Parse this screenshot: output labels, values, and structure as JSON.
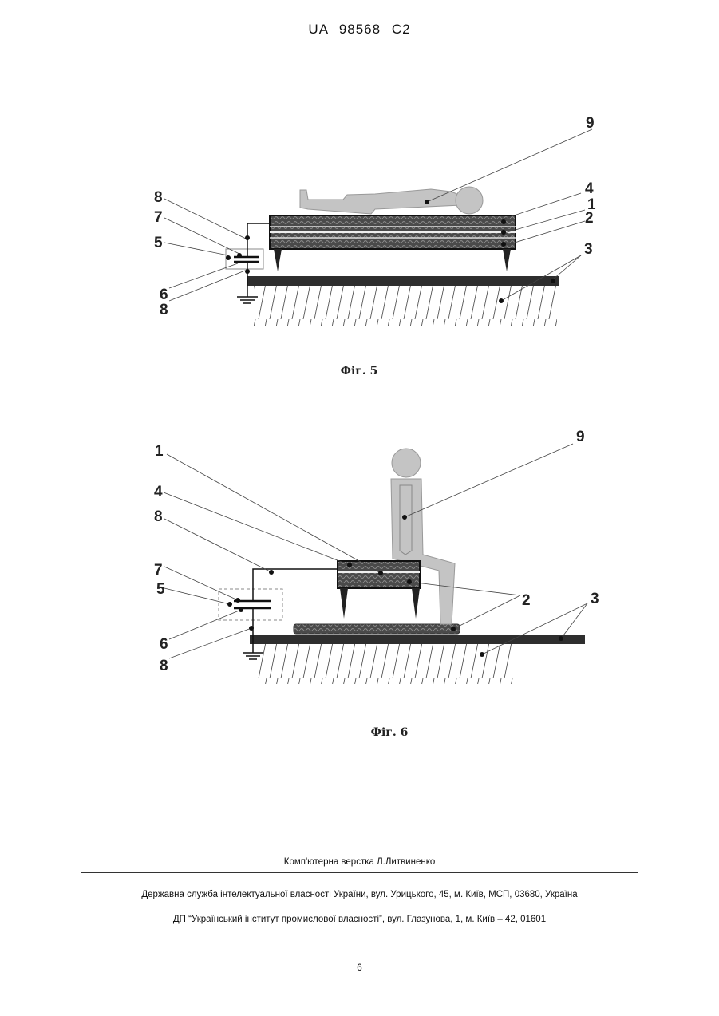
{
  "header": {
    "patent_id": "UA   98568   C2"
  },
  "figure5": {
    "caption": "Фіг. 5",
    "labels": {
      "l9": "9",
      "l8a": "8",
      "l7": "7",
      "l5": "5",
      "l6": "6",
      "l8b": "8",
      "l4": "4",
      "l1": "1",
      "l2": "2",
      "l3": "3"
    }
  },
  "figure6": {
    "caption": "Фіг. 6",
    "labels": {
      "l9": "9",
      "l1": "1",
      "l4": "4",
      "l8a": "8",
      "l7": "7",
      "l5": "5",
      "l6": "6",
      "l8b": "8",
      "l2": "2",
      "l3": "3"
    }
  },
  "footer": {
    "layout_credit": "Комп'ютерна верстка Л.Литвиненко",
    "agency": "Державна служба інтелектуальної власності України, вул. Урицького, 45, м. Київ, МСП, 03680, Україна",
    "institute": "ДП “Український інститут промислової власності”, вул. Глазунова, 1, м. Київ – 42, 01601",
    "page_number": "6"
  }
}
